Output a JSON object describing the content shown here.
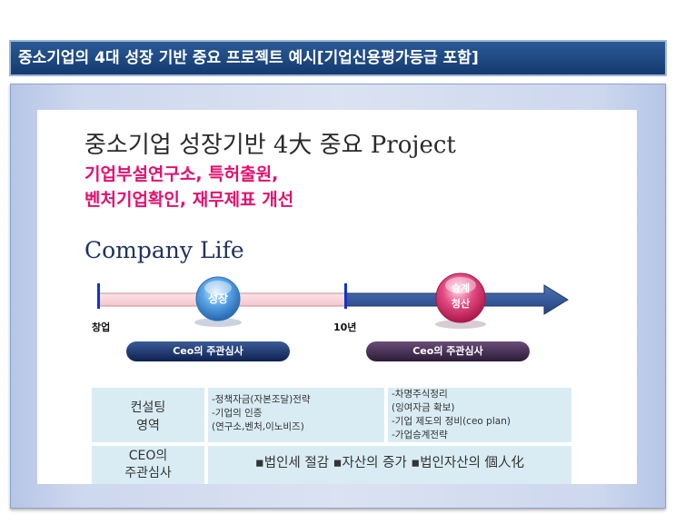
{
  "header": {
    "title": "중소기업의 4대 성장 기반 중요 프로젝트 예시[기업신용평가등급 포함]"
  },
  "slide": {
    "main_title": "중소기업 성장기반 4大 중요 Project",
    "sub_line1": "기업부설연구소, 특허출원,",
    "sub_line2": "벤처기업확인, 재무제표 개선",
    "section_title": "Company Life"
  },
  "timeline": {
    "start_label": "창업",
    "mid_label": "10년",
    "stage1_label": "성장",
    "stage2_line1": "승계",
    "stage2_line2": "청산",
    "ceo_review_1": "Ceo의 주관심사",
    "ceo_review_2": "Ceo의 주관심사"
  },
  "table": {
    "row1_header_line1": "컨설팅",
    "row1_header_line2": "영역",
    "row1_col1": [
      "-정책자금(자본조달)전략",
      "-기업의 인증",
      "(연구소,벤처,이노비즈)"
    ],
    "row1_col2": [
      "-차명주식정리",
      "(잉여자금 확보)",
      "-기업 제도의 정비(ceo plan)",
      "-가업승계전략"
    ],
    "row2_header_line1": "CEO의",
    "row2_header_line2": "주관심사",
    "row2_value": "▪법인세 절감 ▪자산의 증가 ▪법인자산의 個人化"
  },
  "colors": {
    "title_bar": "#1d4a86",
    "accent_pink": "#e2106e",
    "arrow_blue": "#2c4f8f",
    "stage2_pink": "#d81b5e"
  }
}
